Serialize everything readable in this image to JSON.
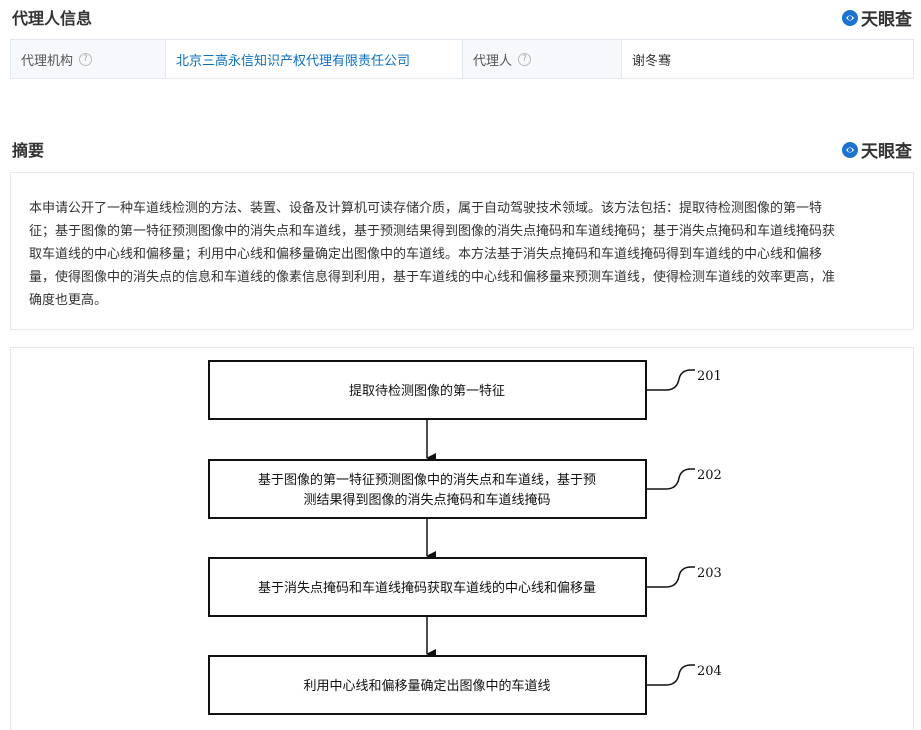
{
  "agent_section": {
    "title": "代理人信息",
    "brand": "天眼查",
    "rows": [
      {
        "label": "代理机构",
        "value": "北京三高永信知识产权代理有限责任公司"
      },
      {
        "label": "代理人",
        "value": "谢冬骞"
      }
    ]
  },
  "abstract_section": {
    "title": "摘要",
    "brand": "天眼查",
    "lines": [
      "本申请公开了一种车道线检测的方法、装置、设备及计算机可读存储介质，属于自动驾驶技术领域。该方法包括：提取待检测图像的第一特",
      "征；基于图像的第一特征预测图像中的消失点和车道线，基于预测结果得到图像的消失点掩码和车道线掩码；基于消失点掩码和车道线掩码获",
      "取车道线的中心线和偏移量；利用中心线和偏移量确定出图像中的车道线。本方法基于消失点掩码和车道线掩码得到车道线的中心线和偏移",
      "量，使得图像中的消失点的信息和车道线的像素信息得到利用，基于车道线的中心线和偏移量来预测车道线，使得检测车道线的效率更高，准",
      "确度也更高。"
    ]
  },
  "flowchart": {
    "steps": [
      {
        "num": "201",
        "lines": [
          "提取待检测图像的第一特征"
        ]
      },
      {
        "num": "202",
        "lines": [
          "基于图像的第一特征预测图像中的消失点和车道线，基于预",
          "测结果得到图像的消失点掩码和车道线掩码"
        ]
      },
      {
        "num": "203",
        "lines": [
          "基于消失点掩码和车道线掩码获取车道线的中心线和偏移量"
        ]
      },
      {
        "num": "204",
        "lines": [
          "利用中心线和偏移量确定出图像中的车道线"
        ]
      }
    ]
  },
  "colors": {
    "link": "#0a6fc2",
    "border": "#e3e8ee",
    "label_bg": "#f6f8fb",
    "brand_blue": "#1a74d2"
  },
  "icons": {
    "help": "question-circle-icon",
    "brand": "tianyancha-logo-icon"
  }
}
